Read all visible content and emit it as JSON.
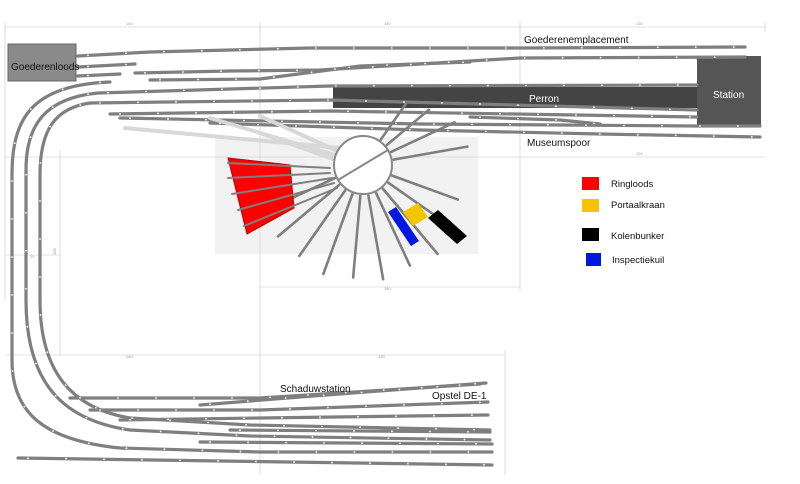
{
  "labels": {
    "goederenloods": "Goederenloods",
    "goederenemplacement": "Goederenemplacement",
    "perron": "Perron",
    "station": "Station",
    "museumspoor": "Museumspoor",
    "schaduwstation": "Schaduwstation",
    "opstel": "Opstel DE-1"
  },
  "legend": [
    {
      "label": "Ringloods",
      "color": "#ff0000"
    },
    {
      "label": "Portaalkraan",
      "color": "#f2c500"
    },
    {
      "label": "Kolenbunker",
      "color": "#000000"
    },
    {
      "label": "Inspectiekuil",
      "color": "#0018e0"
    }
  ],
  "dimensions": {
    "top_left": "140",
    "top_mid": "140",
    "top_right": "130",
    "bottom_left": "180",
    "bottom_right": "130",
    "right_lower": "120",
    "turntable_width": "180",
    "left_side": "20",
    "left_long": "100"
  },
  "colors": {
    "track": "#7f7f7f",
    "platform": "#444444",
    "building": "#555555",
    "loods": "#8a8a8a"
  }
}
